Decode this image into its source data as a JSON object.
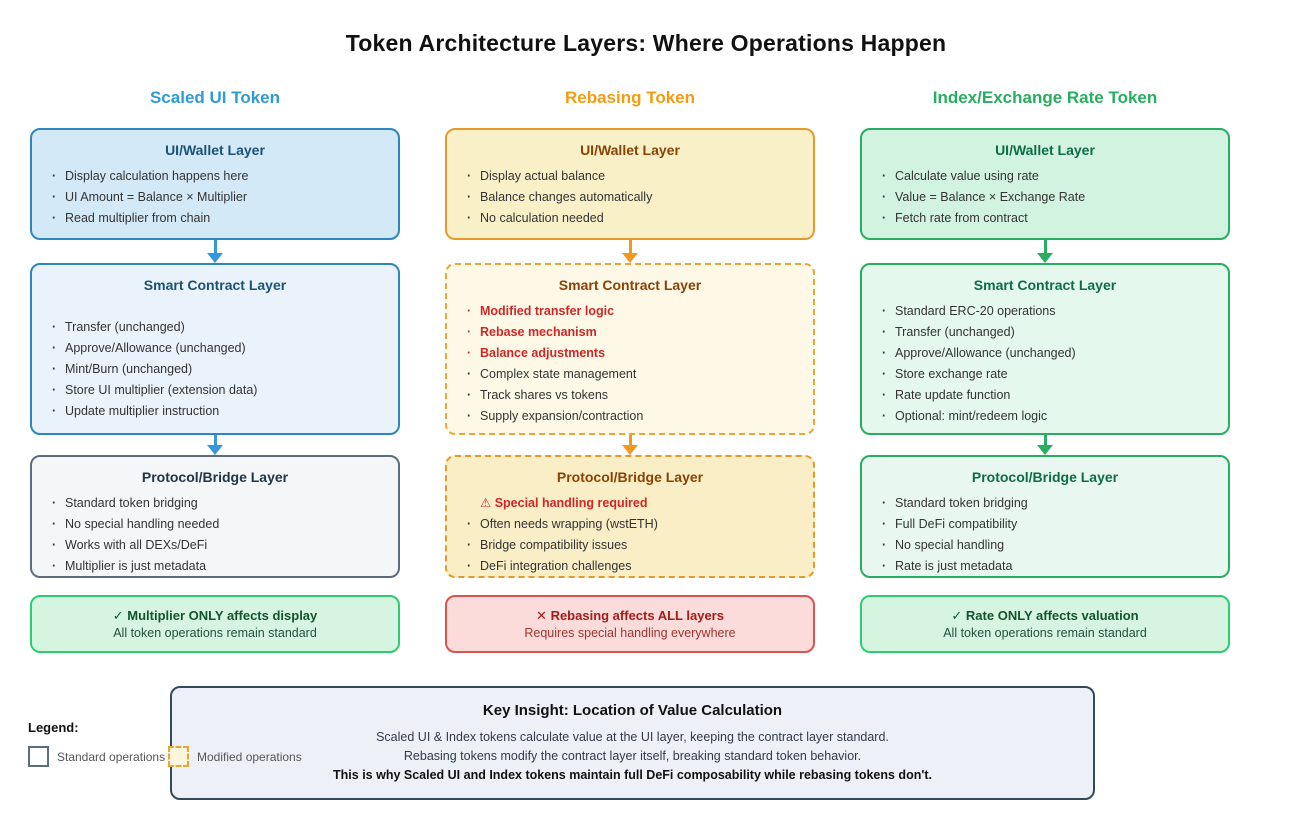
{
  "title": "Token Architecture Layers: Where Operations Happen",
  "colors": {
    "blue_accent": "#2e9bd6",
    "orange_accent": "#f39c12",
    "green_accent": "#27ae60",
    "red_alert": "#cf2727",
    "slate_border": "#34495e"
  },
  "columns": [
    {
      "header": "Scaled UI Token",
      "boxes": [
        {
          "title": "UI/Wallet Layer",
          "items": [
            "Display calculation happens here",
            "UI Amount = Balance × Multiplier",
            "Read multiplier from chain"
          ]
        },
        {
          "title": "Smart Contract Layer",
          "items": [
            "Transfer (unchanged)",
            "Approve/Allowance (unchanged)",
            "Mint/Burn (unchanged)",
            "Store UI multiplier (extension data)",
            "Update multiplier instruction"
          ]
        },
        {
          "title": "Protocol/Bridge Layer",
          "items": [
            "Standard token bridging",
            "No special handling needed",
            "Works with all DEXs/DeFi",
            "Multiplier is just metadata"
          ]
        }
      ],
      "summary": {
        "icon": "✓",
        "title": "Multiplier ONLY affects display",
        "subtitle": "All token operations remain standard"
      }
    },
    {
      "header": "Rebasing Token",
      "boxes": [
        {
          "title": "UI/Wallet Layer",
          "items": [
            "Display actual balance",
            "Balance changes automatically",
            "No calculation needed"
          ]
        },
        {
          "title": "Smart Contract Layer",
          "items": [
            "Modified transfer logic",
            "Rebase mechanism",
            "Balance adjustments",
            "Complex state management",
            "Track shares vs tokens",
            "Supply expansion/contraction"
          ]
        },
        {
          "title": "Protocol/Bridge Layer",
          "warning_icon": "⚠",
          "items": [
            "Special handling required",
            "Often needs wrapping (wstETH)",
            "Bridge compatibility issues",
            "DeFi integration challenges"
          ]
        }
      ],
      "summary": {
        "icon": "✕",
        "title": "Rebasing affects ALL layers",
        "subtitle": "Requires special handling everywhere"
      }
    },
    {
      "header": "Index/Exchange Rate Token",
      "boxes": [
        {
          "title": "UI/Wallet Layer",
          "items": [
            "Calculate value using rate",
            "Value = Balance × Exchange Rate",
            "Fetch rate from contract"
          ]
        },
        {
          "title": "Smart Contract Layer",
          "items": [
            "Standard ERC-20 operations",
            "Transfer (unchanged)",
            "Approve/Allowance (unchanged)",
            "Store exchange rate",
            "Rate update function",
            "Optional: mint/redeem logic"
          ]
        },
        {
          "title": "Protocol/Bridge Layer",
          "items": [
            "Standard token bridging",
            "Full DeFi compatibility",
            "No special handling",
            "Rate is just metadata"
          ]
        }
      ],
      "summary": {
        "icon": "✓",
        "title": "Rate ONLY affects valuation",
        "subtitle": "All token operations remain standard"
      }
    }
  ],
  "key_insight": {
    "title": "Key Insight: Location of Value Calculation",
    "line1": "Scaled UI & Index tokens calculate value at the UI layer, keeping the contract layer standard.",
    "line2": "Rebasing tokens modify the contract layer itself, breaking standard token behavior.",
    "bold_line": "This is why Scaled UI and Index tokens maintain full DeFi composability while rebasing tokens don't."
  },
  "legend": {
    "label": "Legend:",
    "standard": "Standard operations",
    "modified": "Modified operations"
  }
}
